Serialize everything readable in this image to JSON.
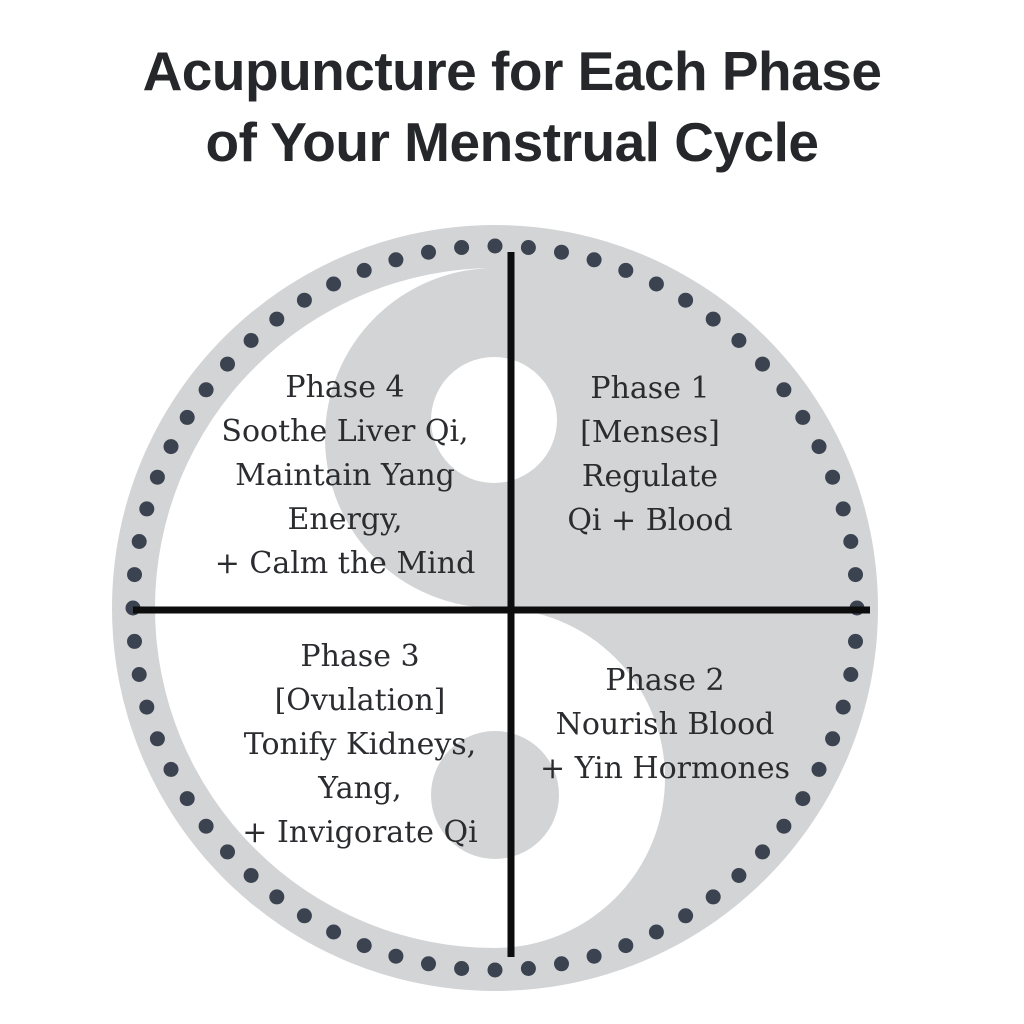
{
  "title": {
    "line1": "Acupuncture for Each Phase",
    "line2": "of Your Menstrual Cycle"
  },
  "diagram": {
    "symbol": "yin-yang",
    "quadrants": {
      "phase1": {
        "lines": [
          "Phase 1",
          "[Menses]",
          "Regulate",
          "Qi + Blood"
        ]
      },
      "phase2": {
        "lines": [
          "Phase 2",
          "Nourish Blood",
          "+ Yin Hormones"
        ]
      },
      "phase3": {
        "lines": [
          "Phase 3",
          "[Ovulation]",
          "Tonify Kidneys,",
          "Yang,",
          "+ Invigorate Qi"
        ]
      },
      "phase4": {
        "lines": [
          "Phase 4",
          "Soothe Liver Qi,",
          "Maintain Yang",
          "Energy,",
          "+ Calm the Mind"
        ]
      }
    }
  },
  "colors": {
    "background": "#ffffff",
    "gray-fill": "#d3d4d5",
    "dot": "#3b4250",
    "line": "#0d0d0d",
    "title-text": "#26272b",
    "body-text": "#2b2c30"
  }
}
